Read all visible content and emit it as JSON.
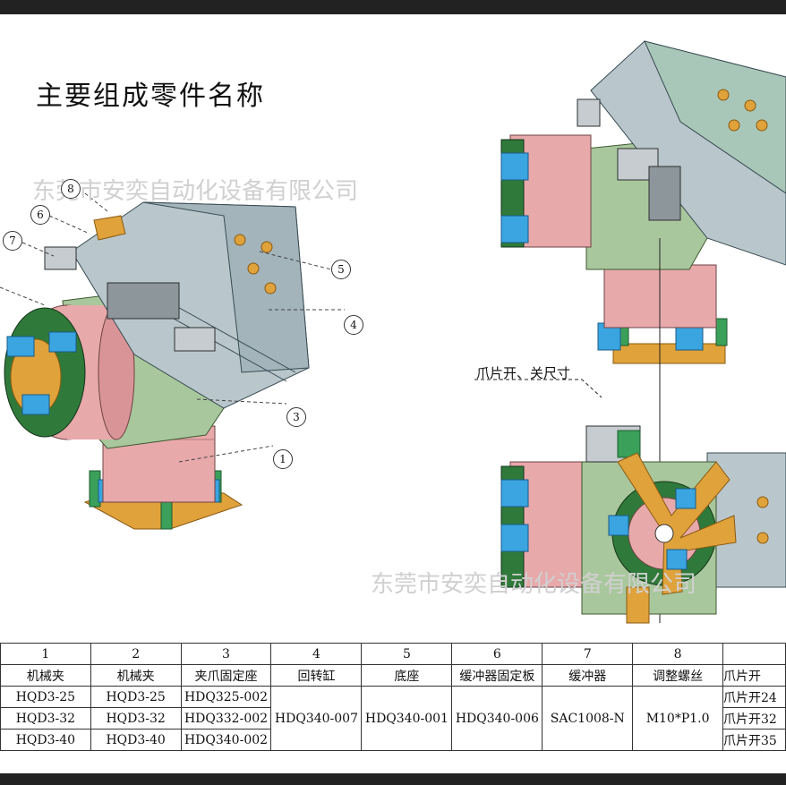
{
  "title": "主要组成零件名称",
  "watermark": "东莞市安奕自动化设备有限公司",
  "dimension_label": "爪片开、关尺寸",
  "callouts": [
    "8",
    "6",
    "7",
    "5",
    "4",
    "3",
    "1"
  ],
  "table": {
    "numbers": [
      "1",
      "2",
      "3",
      "4",
      "5",
      "6",
      "7",
      "8"
    ],
    "headers": [
      "机械夹",
      "机械夹",
      "夹爪固定座",
      "回转缸",
      "底座",
      "缓冲器固定板",
      "缓冲器",
      "调整螺丝",
      "爪片开"
    ],
    "rows": [
      [
        "HQD3-25",
        "HQD3-25",
        "HDQ325-002"
      ],
      [
        "HQD3-32",
        "HQD3-32",
        "HDQ332-002"
      ],
      [
        "HQD3-40",
        "HQD3-40",
        "HDQ340-002"
      ]
    ],
    "shared": [
      "HDQ340-007",
      "HDQ340-001",
      "HDQ340-006",
      "SAC1008-N",
      "M10*P1.0"
    ],
    "last_col": [
      "爪片开24",
      "爪片开32",
      "爪片开35"
    ]
  },
  "colors": {
    "pink": "#e8a9ab",
    "green": "#a9c79c",
    "gray_blue": "#b9c7cc",
    "gold": "#e0a23a",
    "blue": "#3aa5e0",
    "dark_green": "#2f7a3a"
  }
}
